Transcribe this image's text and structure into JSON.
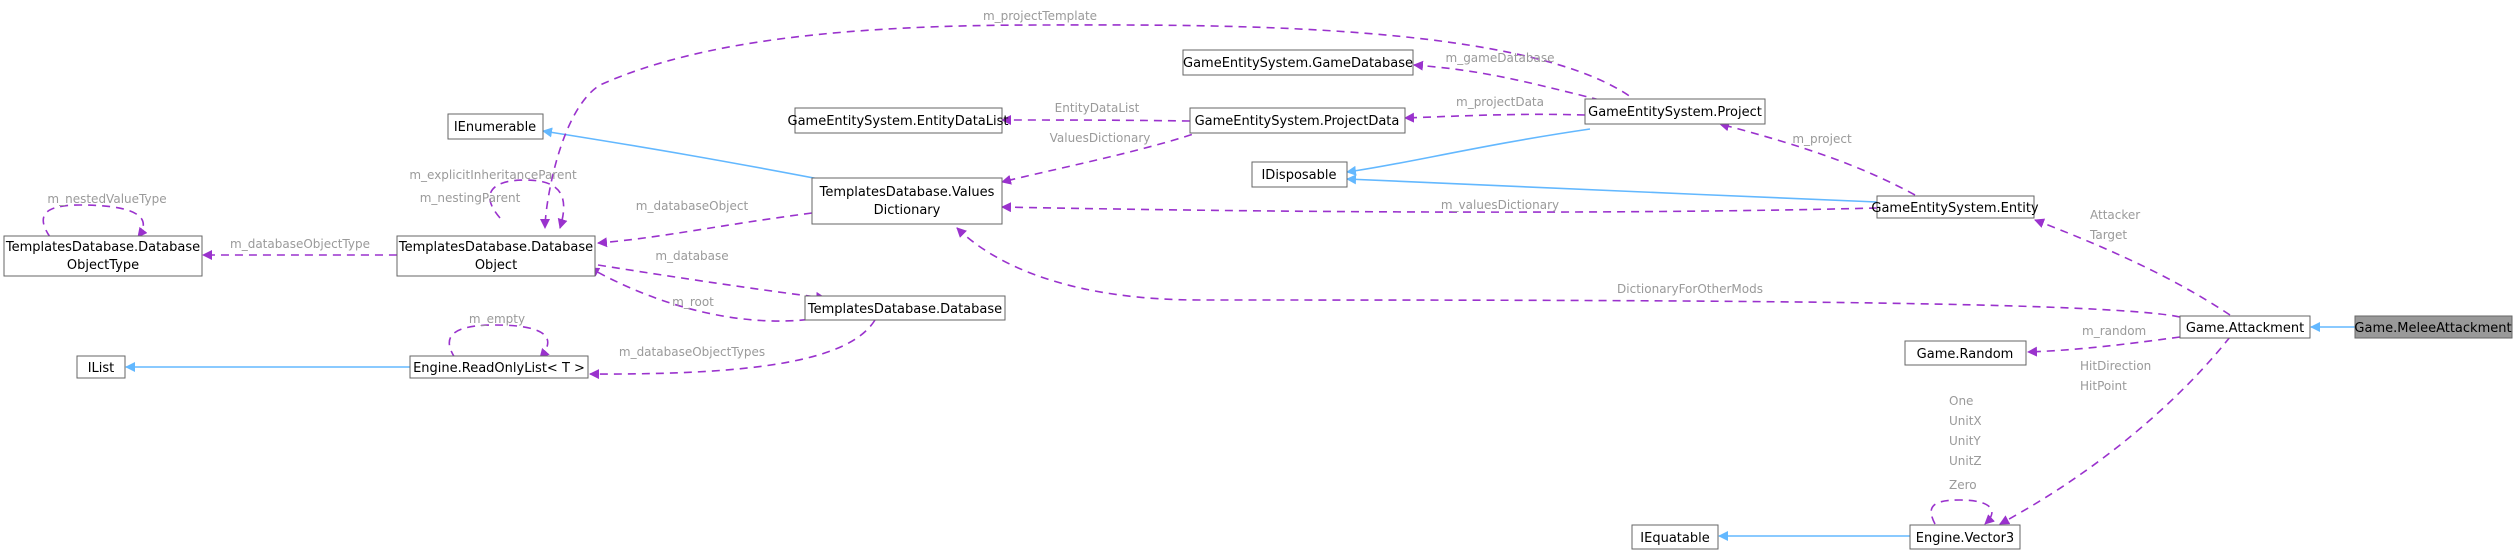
{
  "nodes": {
    "melee_attackment": "Game.MeleeAttackment",
    "attackment": "Game.Attackment",
    "entity": "GameEntitySystem.Entity",
    "project": "GameEntitySystem.Project",
    "game_database": "GameEntitySystem.GameDatabase",
    "project_data": "GameEntitySystem.ProjectData",
    "entity_data_list": "GameEntitySystem.EntityDataList",
    "idisposable": "IDisposable",
    "ienumerable": "IEnumerable",
    "values_dictionary": [
      "TemplatesDatabase.Values",
      "Dictionary"
    ],
    "database_object": [
      "TemplatesDatabase.Database",
      "Object"
    ],
    "database_object_type": [
      "TemplatesDatabase.Database",
      "ObjectType"
    ],
    "database": "TemplatesDatabase.Database",
    "readonly_list": "Engine.ReadOnlyList< T >",
    "ilist": "IList",
    "random": "Game.Random",
    "iequatable": "IEquatable",
    "vector3": "Engine.Vector3"
  },
  "edge_labels": {
    "m_project_template": "m_projectTemplate",
    "m_game_database": "m_gameDatabase",
    "m_project_data": "m_projectData",
    "entity_data_list": "EntityDataList",
    "values_dictionary": "ValuesDictionary",
    "m_explicit_inheritance_parent": "m_explicitInheritanceParent",
    "m_nesting_parent": "m_nestingParent",
    "m_nested_value_type": "m_nestedValueType",
    "m_database_object": "m_databaseObject",
    "m_database_object_type": "m_databaseObjectType",
    "m_values_dictionary": "m_valuesDictionary",
    "m_project": "m_project",
    "m_database": "m_database",
    "m_root": "m_root",
    "m_empty": "m_empty",
    "m_database_object_types": "m_databaseObjectTypes",
    "attacker": "Attacker",
    "target": "Target",
    "dictionary_for_other_mods": "DictionaryForOtherMods",
    "m_random": "m_random",
    "hit_direction": "HitDirection",
    "hit_point": "HitPoint",
    "one": "One",
    "unit_x": "UnitX",
    "unit_y": "UnitY",
    "unit_z": "UnitZ",
    "zero": "Zero"
  },
  "colors": {
    "inheritance_edge": "#63b8ff",
    "usage_edge": "#9a32cd",
    "edge_label": "#9a9a9a",
    "focus_node_fill": "#999999"
  }
}
